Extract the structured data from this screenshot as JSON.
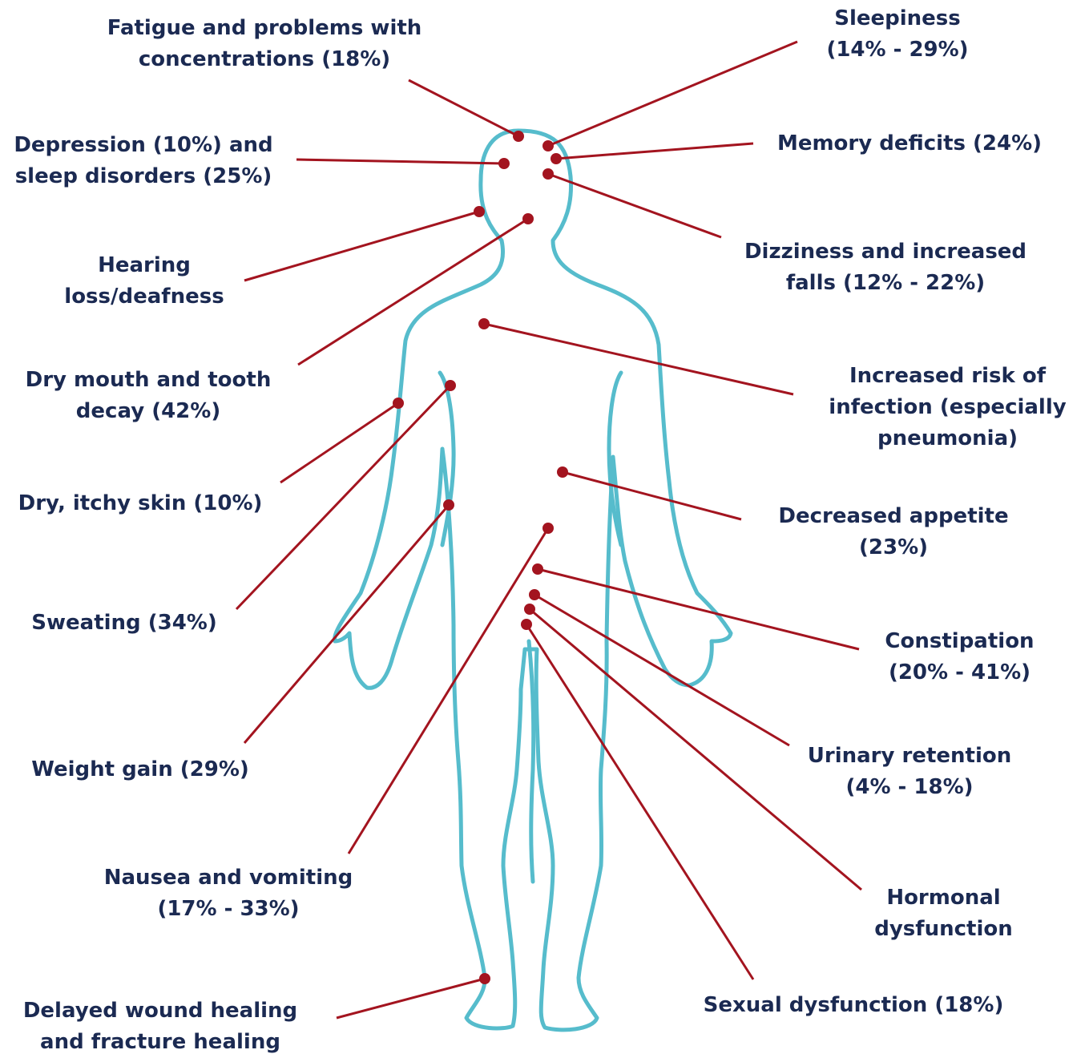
{
  "colors": {
    "outline": "#56bccc",
    "leader": "#a3141f",
    "text": "#1b2a52"
  },
  "labels": {
    "fatigue": [
      "Fatigue and problems with",
      "concentrations (18%)"
    ],
    "sleepiness": [
      "Sleepiness",
      "(14% - 29%)"
    ],
    "depression": [
      "Depression (10%) and",
      "sleep disorders (25%)"
    ],
    "memory": [
      "Memory deficits (24%)"
    ],
    "hearing": [
      "Hearing",
      "loss/deafness"
    ],
    "dizziness": [
      "Dizziness and increased",
      "falls (12% - 22%)"
    ],
    "dry_mouth": [
      "Dry mouth and tooth",
      "decay (42%)"
    ],
    "infection": [
      "Increased risk of",
      "infection (especially",
      "pneumonia)"
    ],
    "dry_skin": [
      "Dry, itchy skin (10%)"
    ],
    "appetite": [
      "Decreased appetite",
      "(23%)"
    ],
    "sweating": [
      "Sweating (34%)"
    ],
    "constipation": [
      "Constipation",
      "(20% - 41%)"
    ],
    "weight": [
      "Weight gain (29%)"
    ],
    "urinary": [
      "Urinary retention",
      "(4% - 18%)"
    ],
    "nausea": [
      "Nausea and vomiting",
      "(17% - 33%)"
    ],
    "hormonal": [
      "Hormonal",
      "dysfunction"
    ],
    "wound": [
      "Delayed wound healing",
      "and fracture healing"
    ],
    "sexual": [
      "Sexual dysfunction (18%)"
    ]
  }
}
